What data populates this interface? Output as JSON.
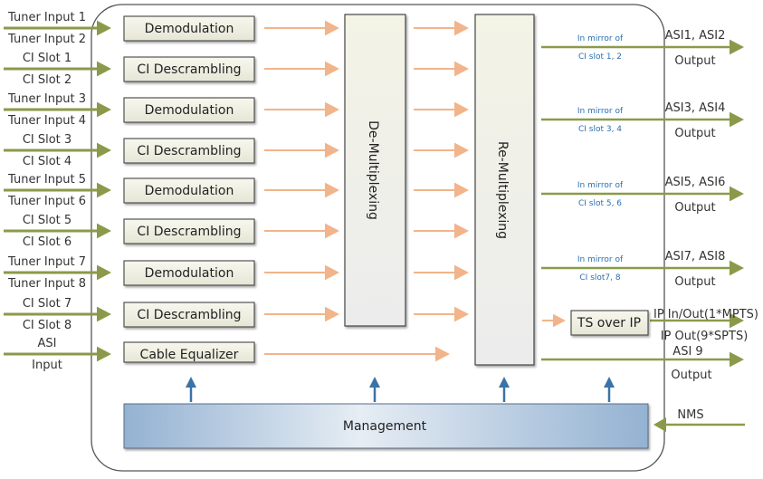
{
  "colors": {
    "input_arrow": "#8a9a4a",
    "internal_arrow": "#f2b48a",
    "mgmt_arrow": "#3a73a8",
    "box_fill": "#f1f1e6",
    "mirror_text": "#2a6fb0"
  },
  "inputs": [
    {
      "top": "Tuner Input 1",
      "bottom": "Tuner Input 2"
    },
    {
      "top": "CI Slot 1",
      "bottom": "CI Slot 2"
    },
    {
      "top": "Tuner Input 3",
      "bottom": "Tuner Input 4"
    },
    {
      "top": "CI Slot 3",
      "bottom": "CI Slot 4"
    },
    {
      "top": "Tuner Input 5",
      "bottom": "Tuner Input 6"
    },
    {
      "top": "CI Slot 5",
      "bottom": "CI Slot 6"
    },
    {
      "top": "Tuner Input 7",
      "bottom": "Tuner Input 8"
    },
    {
      "top": "CI Slot 7",
      "bottom": "CI Slot 8"
    },
    {
      "top": "ASI",
      "bottom": "Input"
    }
  ],
  "stages": [
    "Demodulation",
    "CI Descrambling",
    "Demodulation",
    "CI Descrambling",
    "Demodulation",
    "CI Descrambling",
    "Demodulation",
    "CI Descrambling",
    "Cable Equalizer"
  ],
  "demux_label": "De-Multiplexing",
  "remux_label": "Re-Multiplexing",
  "ts_over_ip_label": "TS over IP",
  "management_label": "Management",
  "outputs": [
    {
      "mirror_top": "In mirror of",
      "mirror_bottom": "CI slot 1, 2",
      "top": "ASI1, ASI2",
      "bottom": "Output"
    },
    {
      "mirror_top": "In mirror of",
      "mirror_bottom": "CI slot 3, 4",
      "top": "ASI3, ASI4",
      "bottom": "Output"
    },
    {
      "mirror_top": "In mirror of",
      "mirror_bottom": "CI slot 5, 6",
      "top": "ASI5, ASI6",
      "bottom": "Output"
    },
    {
      "mirror_top": "In mirror of",
      "mirror_bottom": "CI slot7, 8",
      "top": "ASI7, ASI8",
      "bottom": "Output"
    }
  ],
  "ip_output": {
    "top": "IP In/Out(1*MPTS)",
    "bottom": "IP Out(9*SPTS)"
  },
  "asi9_output": {
    "top": "ASI 9",
    "bottom": "Output"
  },
  "nms_label": "NMS"
}
